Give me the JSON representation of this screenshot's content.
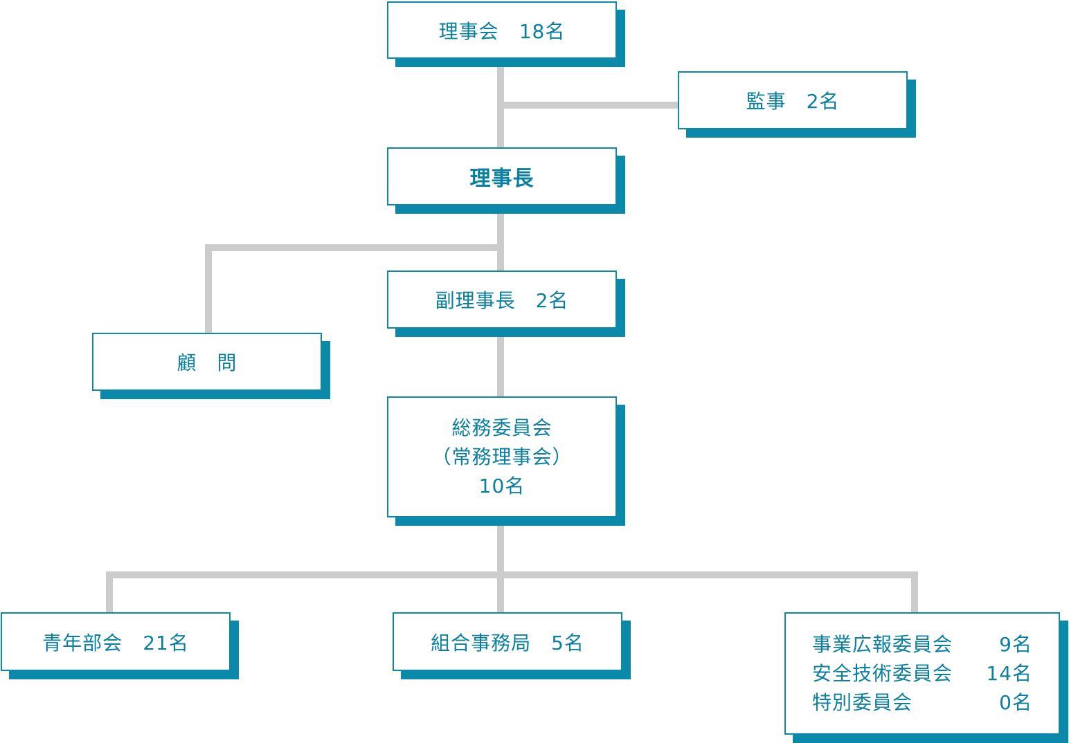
{
  "nodes": {
    "rijikai": {
      "label": "理事会",
      "count": "18名"
    },
    "kanji": {
      "label": "監事",
      "count": "2名"
    },
    "rijicho": {
      "label": "理事長"
    },
    "fukurijicho": {
      "label": "副理事長",
      "count": "2名"
    },
    "komon": {
      "label": "顧　問"
    },
    "somu": {
      "line1": "総務委員会",
      "line2": "（常務理事会）",
      "line3": "10名"
    },
    "seinenbu": {
      "label": "青年部会",
      "count": "21名"
    },
    "kumiai": {
      "label": "組合事務局",
      "count": "5名"
    },
    "committees": [
      {
        "label": "事業広報委員会",
        "count": "9名"
      },
      {
        "label": "安全技術委員会",
        "count": "14名"
      },
      {
        "label": "特別委員会",
        "count": "0名"
      }
    ]
  },
  "colors": {
    "accent": "#0a89ab",
    "connector": "#cccccc"
  }
}
